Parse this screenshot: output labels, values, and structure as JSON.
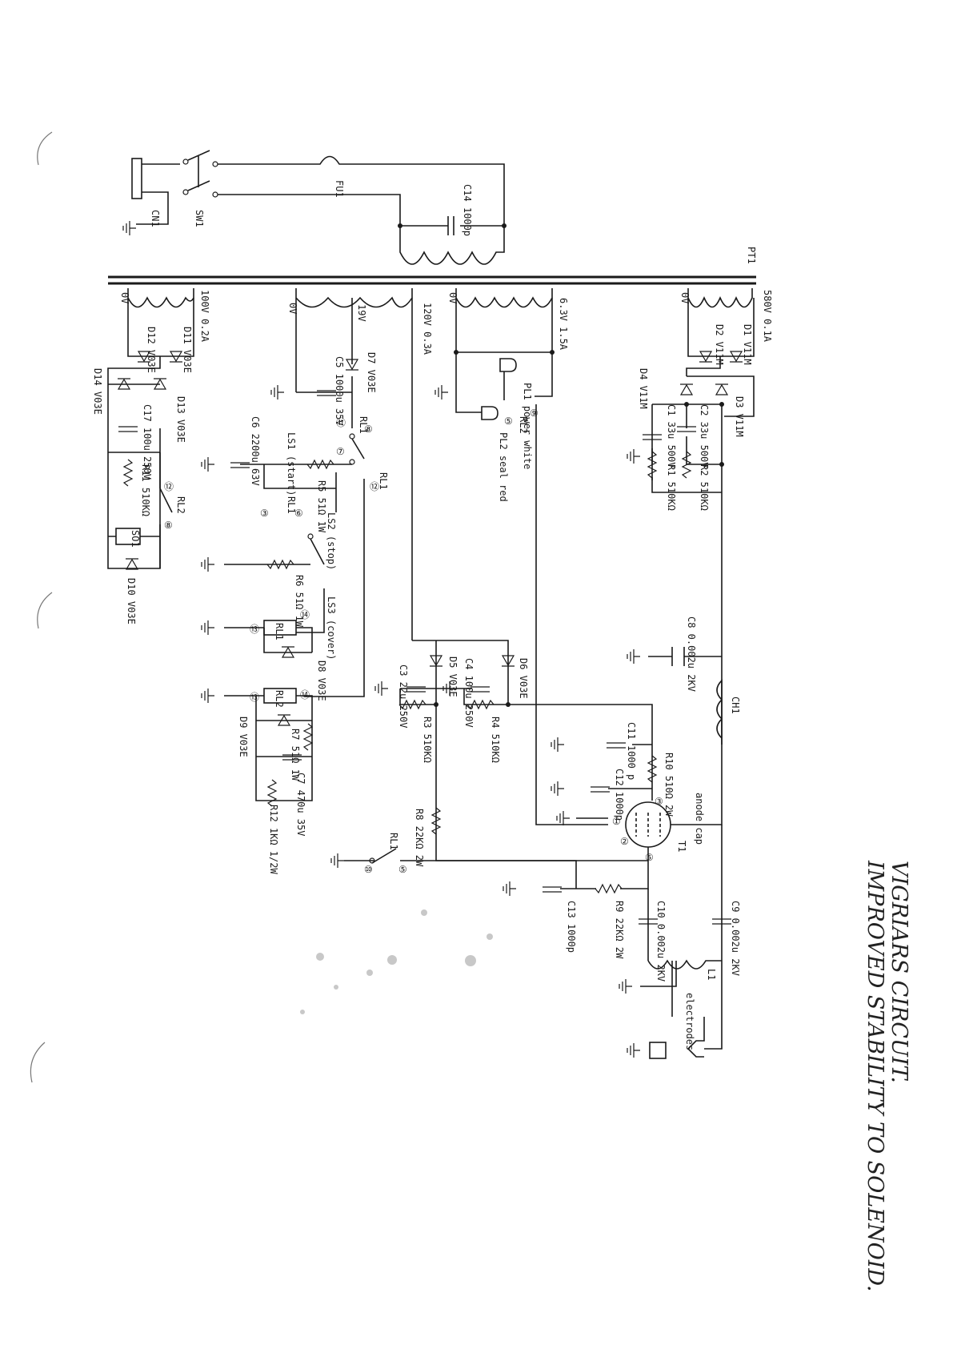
{
  "handwritten_notes": [
    "VIGRIARS CIRCUIT.",
    "IMPROVED STABILITY TO SOLENOID."
  ],
  "components": [
    {
      "id": "cn1",
      "text": "CN1"
    },
    {
      "id": "sw1",
      "text": "SW1"
    },
    {
      "id": "fu1",
      "text": "FU1"
    },
    {
      "id": "c14",
      "text": "C14 1000p"
    },
    {
      "id": "pt1",
      "text": "PT1"
    },
    {
      "id": "sec580",
      "text": "580V 0.1A"
    },
    {
      "id": "sec580_0v",
      "text": "0V"
    },
    {
      "id": "d1",
      "text": "D1 V11M"
    },
    {
      "id": "d2",
      "text": "D2 V11M"
    },
    {
      "id": "d3",
      "text": "D3 V11M"
    },
    {
      "id": "d4",
      "text": "D4 V11M"
    },
    {
      "id": "c1",
      "text": "C1 33u 500V"
    },
    {
      "id": "c2",
      "text": "C2 33u 500V"
    },
    {
      "id": "r1",
      "text": "R1 510KΩ"
    },
    {
      "id": "r2",
      "text": "R2 510KΩ"
    },
    {
      "id": "sec63",
      "text": "6.3V 1.5A"
    },
    {
      "id": "sec63_0v",
      "text": "0V"
    },
    {
      "id": "pl1",
      "text": "PL1 power white"
    },
    {
      "id": "pl2",
      "text": "PL2 seal red"
    },
    {
      "id": "rl2a",
      "text": "RL2"
    },
    {
      "id": "sec120",
      "text": "120V 0.3A"
    },
    {
      "id": "sec19",
      "text": "19V"
    },
    {
      "id": "sec19_0v",
      "text": "0V"
    },
    {
      "id": "d7",
      "text": "D7 V03E"
    },
    {
      "id": "c5",
      "text": "C5 1000u 35V"
    },
    {
      "id": "rl1a",
      "text": "RL1"
    },
    {
      "id": "rl1b",
      "text": "RL1"
    },
    {
      "id": "rl1c",
      "text": "RL1"
    },
    {
      "id": "rl1d",
      "text": "RL1"
    },
    {
      "id": "ls1",
      "text": "LS1 (start)"
    },
    {
      "id": "ls2",
      "text": "LS2 (stop)"
    },
    {
      "id": "ls3",
      "text": "LS3 (cover)"
    },
    {
      "id": "c6",
      "text": "C6 2200u 63V"
    },
    {
      "id": "r5",
      "text": "R5 51Ω 1W"
    },
    {
      "id": "r6",
      "text": "R6 51Ω 1W"
    },
    {
      "id": "rl1coil",
      "text": "RL1"
    },
    {
      "id": "rl2coil",
      "text": "RL2"
    },
    {
      "id": "d8",
      "text": "D8 V03E"
    },
    {
      "id": "d9",
      "text": "D9 V03E"
    },
    {
      "id": "r7",
      "text": "R7 51Ω 1W"
    },
    {
      "id": "c7",
      "text": "C7 470u 35V"
    },
    {
      "id": "r12",
      "text": "R12 1KΩ 1/2W"
    },
    {
      "id": "sec100",
      "text": "100V 0.2A"
    },
    {
      "id": "sec100_0v",
      "text": "0V"
    },
    {
      "id": "d11",
      "text": "D11 V03E"
    },
    {
      "id": "d12",
      "text": "D12 V03E"
    },
    {
      "id": "d13",
      "text": "D13 V03E"
    },
    {
      "id": "d14",
      "text": "D14 V03E"
    },
    {
      "id": "c17",
      "text": "C17 100u 250V"
    },
    {
      "id": "r11",
      "text": "R11 510KΩ"
    },
    {
      "id": "rl2b",
      "text": "RL2"
    },
    {
      "id": "so1",
      "text": "SO1"
    },
    {
      "id": "d10",
      "text": "D10 V03E"
    },
    {
      "id": "c3",
      "text": "C3 22u 250V"
    },
    {
      "id": "d5",
      "text": "D5 V03E"
    },
    {
      "id": "c4",
      "text": "C4 100u 250V"
    },
    {
      "id": "d6",
      "text": "D6 V03E"
    },
    {
      "id": "r3",
      "text": "R3 510KΩ"
    },
    {
      "id": "r4",
      "text": "R4 510KΩ"
    },
    {
      "id": "c8",
      "text": "C8 0.002u 2KV"
    },
    {
      "id": "ch1",
      "text": "CH1"
    },
    {
      "id": "c11",
      "text": "C11 1000 p"
    },
    {
      "id": "r10",
      "text": "R10 510Ω 2W"
    },
    {
      "id": "c12",
      "text": "C12 1000p"
    },
    {
      "id": "anode",
      "text": "anode cap"
    },
    {
      "id": "t1",
      "text": "T1"
    },
    {
      "id": "r8",
      "text": "R8 22KΩ 2W"
    },
    {
      "id": "r9",
      "text": "R9 22KΩ 2W"
    },
    {
      "id": "c13",
      "text": "C13 1000p"
    },
    {
      "id": "c10",
      "text": "C10 0.002u 2KV"
    },
    {
      "id": "c9",
      "text": "C9 0.002u 2KV"
    },
    {
      "id": "l1",
      "text": "L1"
    },
    {
      "id": "electrodes",
      "text": "electrodes"
    }
  ],
  "terminals": [
    {
      "id": "n11",
      "text": "⑪"
    },
    {
      "id": "n7",
      "text": "⑦"
    },
    {
      "id": "n8a",
      "text": "⑧"
    },
    {
      "id": "n12a",
      "text": "⑫"
    },
    {
      "id": "n3",
      "text": "③"
    },
    {
      "id": "n6",
      "text": "⑥"
    },
    {
      "id": "n9",
      "text": "⑨"
    },
    {
      "id": "n5a",
      "text": "⑤"
    },
    {
      "id": "n12b",
      "text": "⑫"
    },
    {
      "id": "n8b",
      "text": "⑧"
    },
    {
      "id": "n13a",
      "text": "⑬"
    },
    {
      "id": "n14a",
      "text": "⑭"
    },
    {
      "id": "n13b",
      "text": "⑬"
    },
    {
      "id": "n14b",
      "text": "⑭"
    },
    {
      "id": "n10",
      "text": "⑩"
    },
    {
      "id": "n5b",
      "text": "⑤"
    },
    {
      "id": "p3",
      "text": "③"
    },
    {
      "id": "p1",
      "text": "①"
    },
    {
      "id": "p2",
      "text": "②"
    },
    {
      "id": "p5",
      "text": "⑤"
    }
  ]
}
